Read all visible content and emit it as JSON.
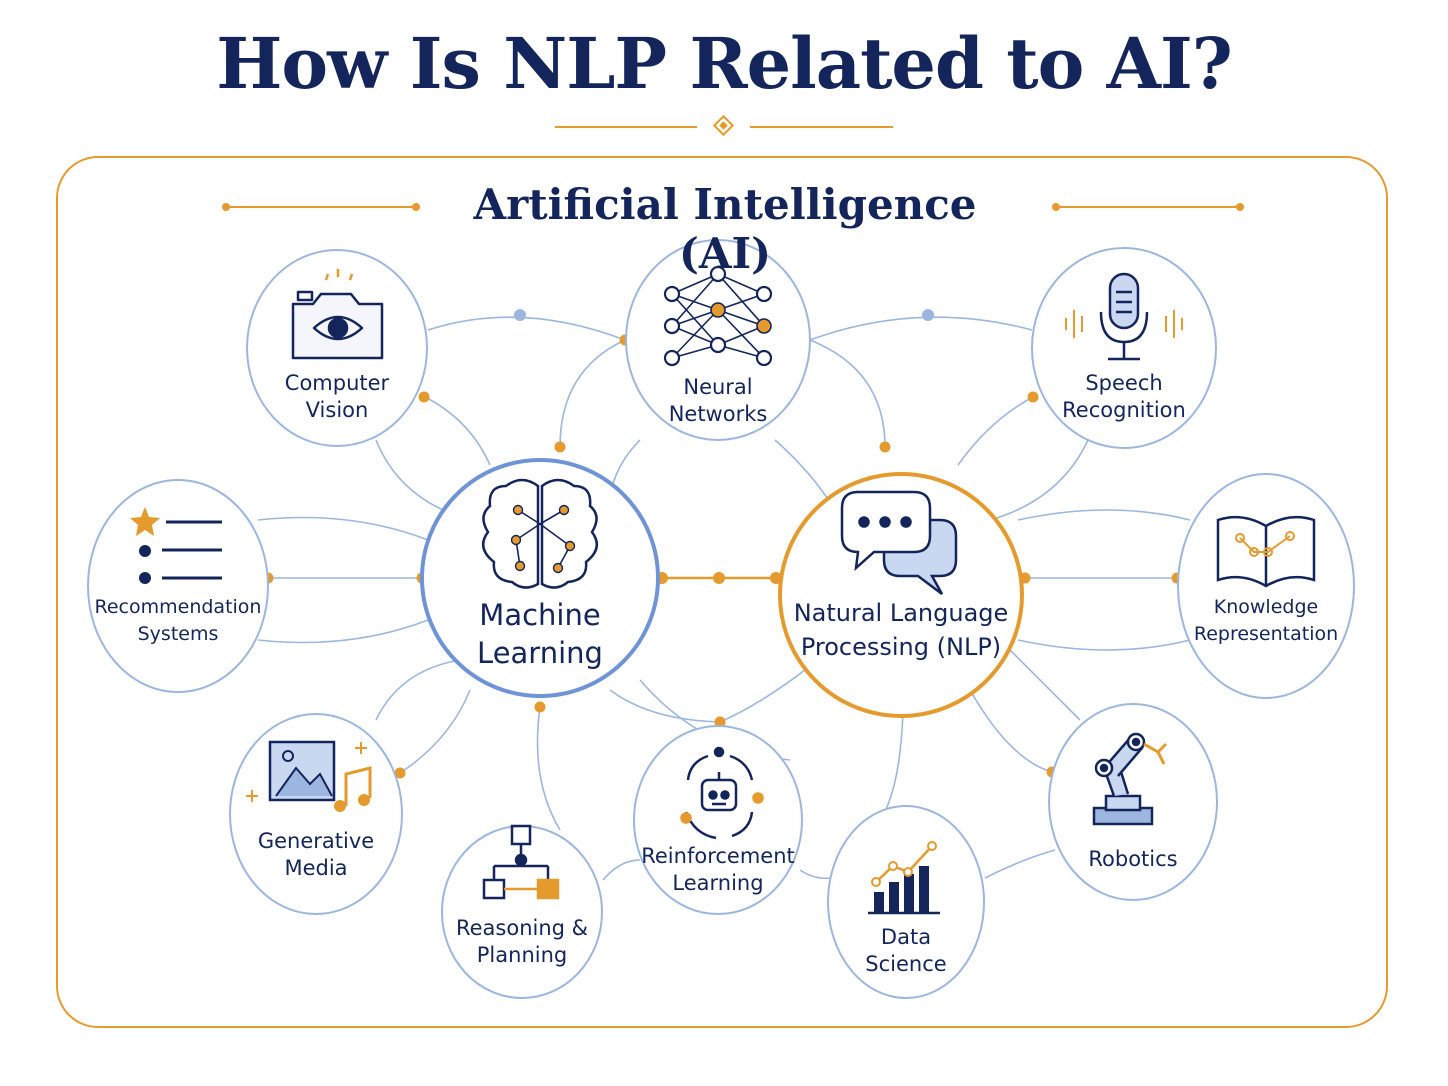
{
  "title": "How Is NLP Related to AI?",
  "container_title": "Artificial Intelligence (AI)",
  "colors": {
    "navy": "#13255b",
    "orange": "#e59a2e",
    "blue_line": "#9cb6e0",
    "blue_fill": "#c9d7f1"
  },
  "nodes": {
    "computer_vision": {
      "label": "Computer\nVision",
      "icon": "camera-eye-icon"
    },
    "neural_networks": {
      "label": "Neural\nNetworks",
      "icon": "neural-network-icon"
    },
    "speech_recognition": {
      "label": "Speech\nRecognition",
      "icon": "microphone-icon"
    },
    "recommendation_systems": {
      "label": "Recommendation\nSystems",
      "icon": "star-list-icon"
    },
    "machine_learning": {
      "label": "Machine\nLearning",
      "icon": "brain-circuit-icon"
    },
    "nlp": {
      "label": "Natural Language\nProcessing (NLP)",
      "icon": "chat-bubbles-icon"
    },
    "knowledge_representation": {
      "label": "Knowledge\nRepresentation",
      "icon": "open-book-graph-icon"
    },
    "generative_media": {
      "label": "Generative\nMedia",
      "icon": "image-music-icon"
    },
    "reasoning_planning": {
      "label": "Reasoning &\nPlanning",
      "icon": "flowchart-icon"
    },
    "reinforcement_learning": {
      "label": "Reinforcement\nLearning",
      "icon": "robot-cycle-icon"
    },
    "data_science": {
      "label": "Data\nScience",
      "icon": "bar-chart-trend-icon"
    },
    "robotics": {
      "label": "Robotics",
      "icon": "robot-arm-icon"
    }
  }
}
